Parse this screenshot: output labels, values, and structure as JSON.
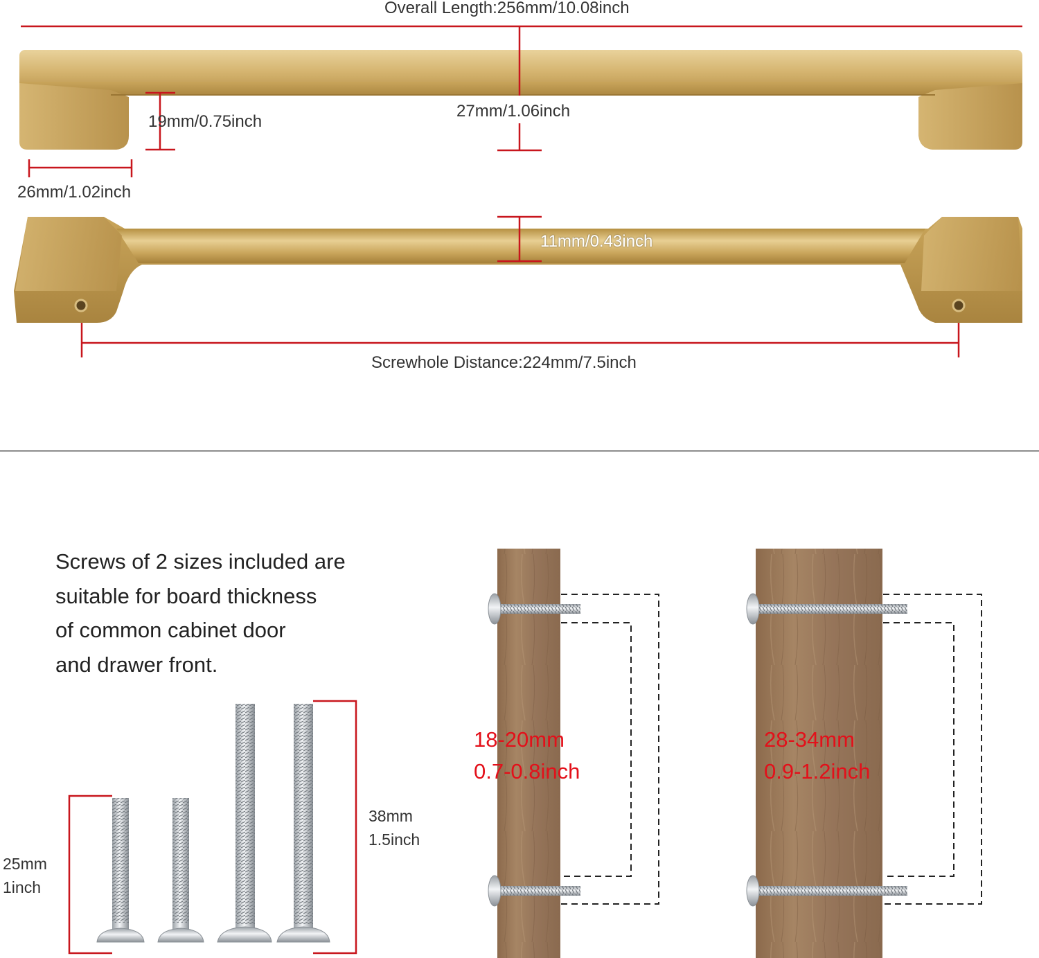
{
  "colors": {
    "accent_red": "#c8161d",
    "annotation_red": "#e3101a",
    "brass": "#c9a55a",
    "wood": "#9a7b5c",
    "divider": "#666666"
  },
  "handle": {
    "overall_length": "Overall Length:256mm/10.08inch",
    "leg_height": "19mm/0.75inch",
    "projection": "27mm/1.06inch",
    "leg_width": "26mm/1.02inch",
    "bar_thickness": "11mm/0.43inch",
    "screwhole_distance": "Screwhole Distance:224mm/7.5inch"
  },
  "screws": {
    "description": [
      "Screws of 2 sizes included are",
      "suitable for board thickness",
      "of common cabinet door",
      "and drawer front."
    ],
    "short": {
      "mm": "25mm",
      "inch": "1inch"
    },
    "long": {
      "mm": "38mm",
      "inch": "1.5inch"
    }
  },
  "boards": {
    "thin": {
      "mm": "18-20mm",
      "inch": "0.7-0.8inch"
    },
    "thick": {
      "mm": "28-34mm",
      "inch": "0.9-1.2inch"
    }
  }
}
